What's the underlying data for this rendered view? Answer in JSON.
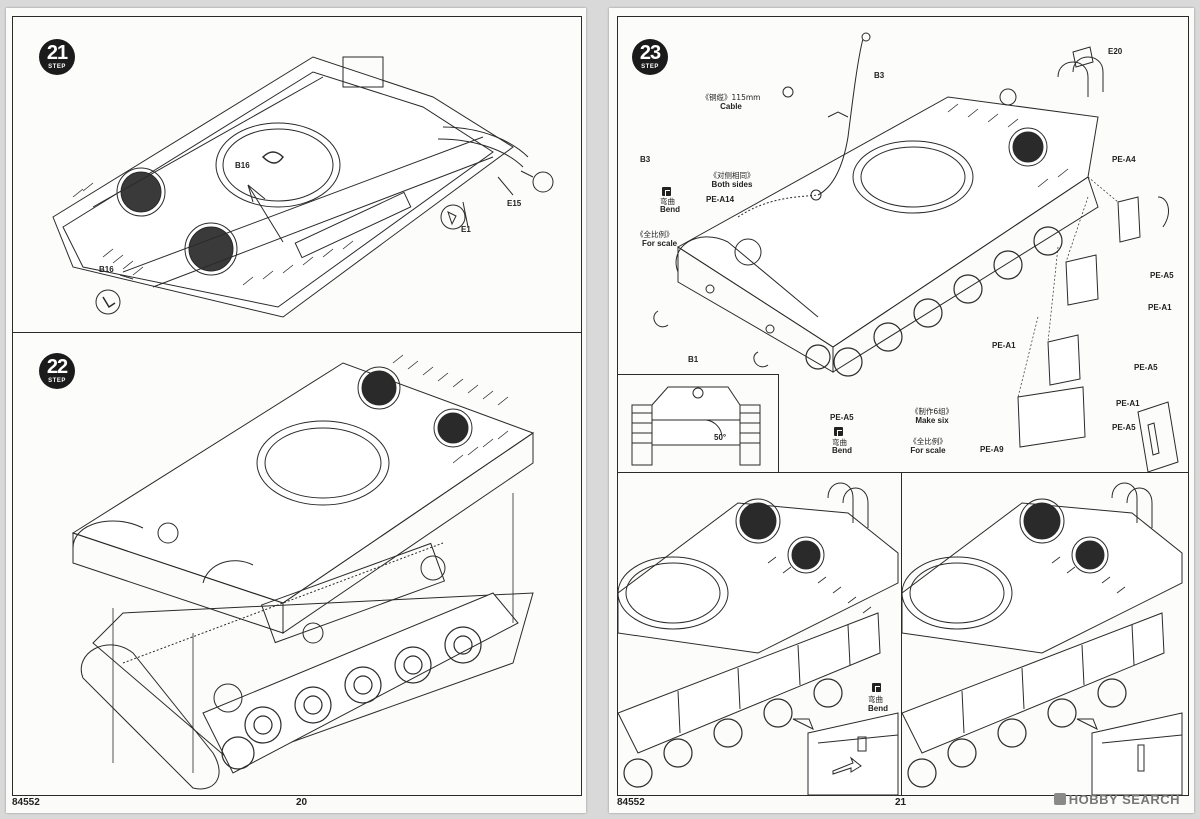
{
  "pages": [
    {
      "code": "84552",
      "number": "20"
    },
    {
      "code": "84552",
      "number": "21"
    }
  ],
  "steps": [
    {
      "number": "21",
      "label": "STEP"
    },
    {
      "number": "22",
      "label": "STEP"
    },
    {
      "number": "23",
      "label": "STEP"
    }
  ],
  "step21": {
    "parts": {
      "b16_top": "B16",
      "b16_left": "B16",
      "e15": "E15",
      "e1": "E1"
    }
  },
  "step23": {
    "parts": {
      "b3_top": "B3",
      "b3_left": "B3",
      "e20": "E20",
      "pe_a14": "PE-A14",
      "pe_a4": "PE-A4",
      "pe_a5_1": "PE-A5",
      "pe_a1_1": "PE-A1",
      "pe_a1_2": "PE-A1",
      "pe_a5_2": "PE-A5",
      "pe_a1_3": "PE-A1",
      "pe_a5_3": "PE-A5",
      "pe_a9": "PE-A9",
      "b1": "B1",
      "pe_a5_legend": "PE-A5"
    },
    "cable_cn": "《铜缆》115mm",
    "cable_en": "Cable",
    "both_sides_cn": "《对侧相同》",
    "both_sides_en": "Both sides",
    "bend_cn": "弯曲",
    "bend_en": "Bend",
    "scale_cn": "《全比例》",
    "scale_en": "For scale",
    "make_six_cn": "《制作6组》",
    "make_six_en": "Make six",
    "bend_cn_2": "弯曲",
    "bend_en_2": "Bend",
    "scale_cn_2": "《全比例》",
    "scale_en_2": "For scale",
    "angle": "50°"
  },
  "sub_panel": {
    "bend_cn": "弯曲",
    "bend_en": "Bend"
  },
  "watermark": "HOBBY SEARCH"
}
